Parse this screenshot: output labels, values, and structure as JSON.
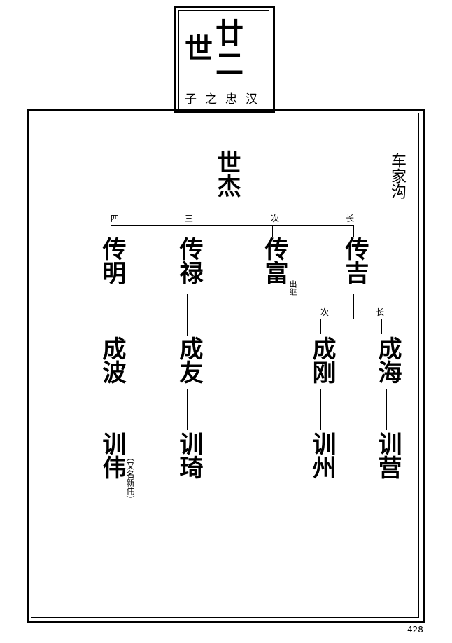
{
  "header": {
    "generation": "廿二世",
    "lineage": "子之忠汉"
  },
  "place": "车家沟",
  "root": {
    "name": "世杰"
  },
  "children": [
    {
      "rank": "四",
      "name": "传明",
      "son": "成波",
      "grandson": "训伟",
      "grandson_note": "（又名新伟）"
    },
    {
      "rank": "三",
      "name": "传禄",
      "son": "成友",
      "grandson": "训琦"
    },
    {
      "rank": "次",
      "name": "传富",
      "note": "出继"
    },
    {
      "rank": "长",
      "name": "传吉",
      "sons": [
        {
          "rank": "次",
          "name": "成刚",
          "son": "训州"
        },
        {
          "rank": "长",
          "name": "成海",
          "son": "训营"
        }
      ]
    }
  ],
  "page_number": "428"
}
